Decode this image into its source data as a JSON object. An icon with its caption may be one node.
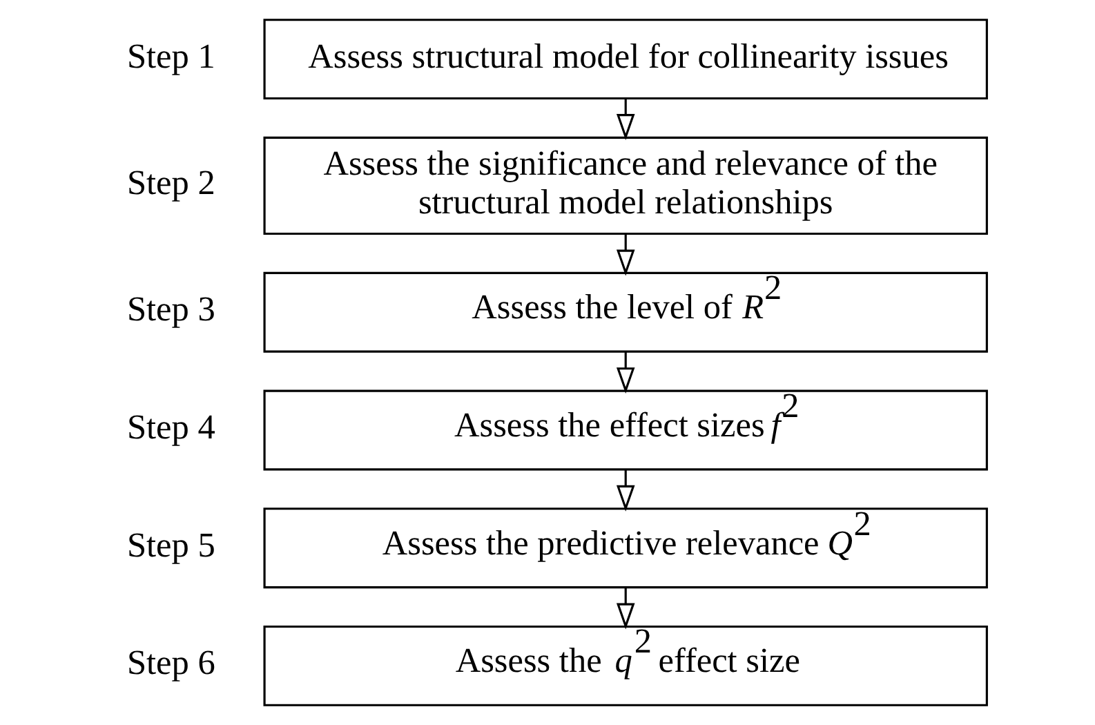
{
  "diagram": {
    "nodes": [
      {
        "text": [
          "Assess structural model for collinearity issues"
        ],
        "beside": [
          "Step 1"
        ]
      },
      {
        "text": [
          "Assess the significance and relevance of the structural model relationships"
        ],
        "beside": [
          "Step 2"
        ]
      },
      {
        "text": [
          "Assess the level of *R*$^{2}$"
        ],
        "beside": [
          "Step 3"
        ]
      },
      {
        "text": [
          "Assess the effect sizes *f*$^{2}$"
        ],
        "beside": [
          "Step 4"
        ]
      },
      {
        "text": [
          "Assess the predictive relevance *Q*$^{2}$"
        ],
        "beside": [
          "Step 5"
        ]
      },
      {
        "text": [
          "Assess the *q*$^{2}$ effect size"
        ],
        "beside": [
          "Step 6"
        ]
      }
    ],
    "edges": [
      {
        "from": 0,
        "to": 1,
        "arrow": "to"
      },
      {
        "from": 1,
        "to": 2,
        "arrow": "to"
      },
      {
        "from": 2,
        "to": 3,
        "arrow": "to"
      },
      {
        "from": 3,
        "to": 4,
        "arrow": "to"
      },
      {
        "from": 4,
        "to": 5,
        "arrow": "to"
      }
    ]
  }
}
